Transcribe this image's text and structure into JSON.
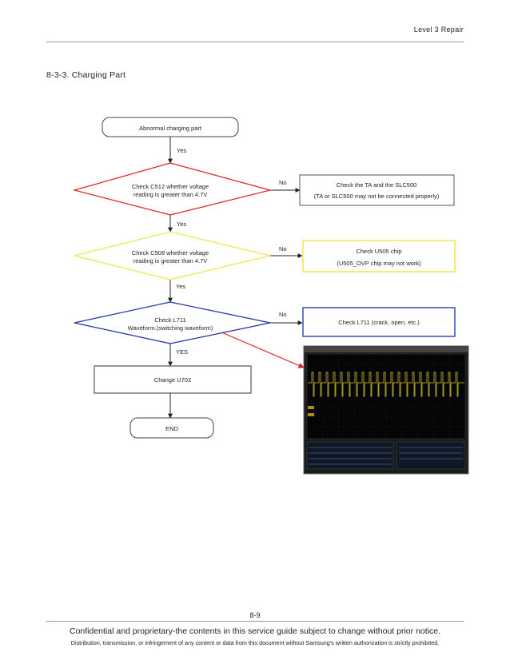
{
  "header": {
    "text": "Level  3  Repair"
  },
  "section": {
    "title": "8-3-3.  Charging  Part"
  },
  "flow": {
    "start": "Abnormal  charging  part",
    "decision1": {
      "line1": "Check  C512  whether  voltage",
      "line2": "reading  is  greater  than  4.7V",
      "color": "#e01f1f"
    },
    "action1": {
      "line1": "Check  the  TA  and  the  SLC500",
      "line2": "(TA  or  SLC500  may  not  be  connected  properly)"
    },
    "decision2": {
      "line1": "Check  C508  whether  voltage",
      "line2": "reading  is  greater  than  4.7V",
      "color": "#f2e64a"
    },
    "action2": {
      "line1": "Check  U505  chip",
      "line2": "(U505_OVP  chip  may  not  work)"
    },
    "decision3": {
      "line1": "Check  L711",
      "line2": "Waveform.(switching  waveform)",
      "color": "#1f2faa"
    },
    "action3": {
      "line1": "Check  L711  (crack,  open,  etc.)"
    },
    "process": "Change  U702",
    "end": "END",
    "labels": {
      "yes": "Yes",
      "yes_caps": "YES",
      "no": "No"
    }
  },
  "footer": {
    "page": "8-9",
    "line1": "Confidential  and  proprietary-the  contents  in  this  service  guide  subject  to  change  without  prior  notice.",
    "line2": "Distribution,  transmission,  or  infringement  of  any  content  or  data  from  this  document  without  Samsung's  written  authorization  is  strictly  prohibited."
  }
}
